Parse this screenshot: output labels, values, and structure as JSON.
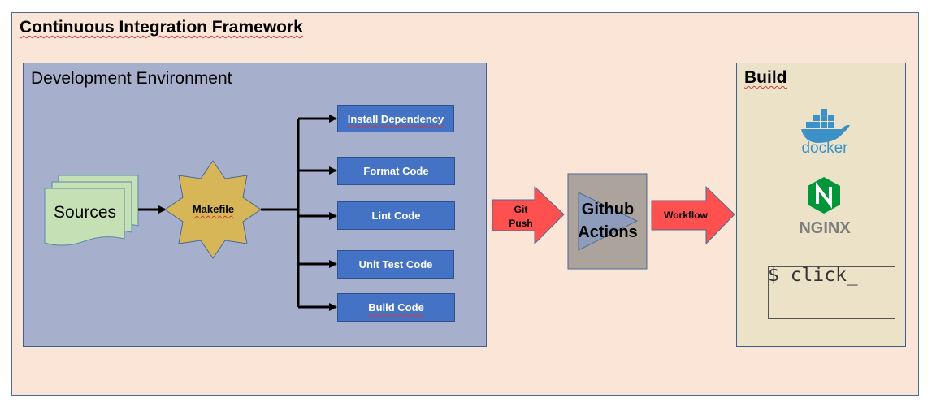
{
  "framework": {
    "title": "Continuous Integration Framework"
  },
  "dev_env": {
    "title": "Development Environment"
  },
  "nodes": {
    "sources": "Sources",
    "makefile": "Makefile",
    "git_push_line1": "Git",
    "git_push_line2": "Push",
    "github_actions_line1": "Github",
    "github_actions_line2": "Actions",
    "workflow": "Workflow"
  },
  "steps": [
    {
      "label": "Install Dependency"
    },
    {
      "label": "Format Code"
    },
    {
      "label": "Lint Code"
    },
    {
      "label": "Unit Test Code"
    },
    {
      "label": "Build Code"
    }
  ],
  "build": {
    "title": "Build",
    "docker_text": "docker",
    "nginx_text": "NGINX",
    "click_text": "$ click_"
  },
  "colors": {
    "frame_bg": "#fbe5d6",
    "dev_bg": "#a6b0cc",
    "build_bg": "#ece2c8",
    "step_blue": "#4472c4",
    "sources_green": "#c5e0b4",
    "makefile_gold": "#d6b656",
    "arrow_red": "#ff5050",
    "gha_grey": "#aca39d",
    "docker_blue": "#3b91c8",
    "nginx_green": "#009639"
  },
  "icons": [
    "docker-whale-icon",
    "nginx-hexagon-icon",
    "mouse-cursor-icon",
    "play-triangle-icon"
  ]
}
